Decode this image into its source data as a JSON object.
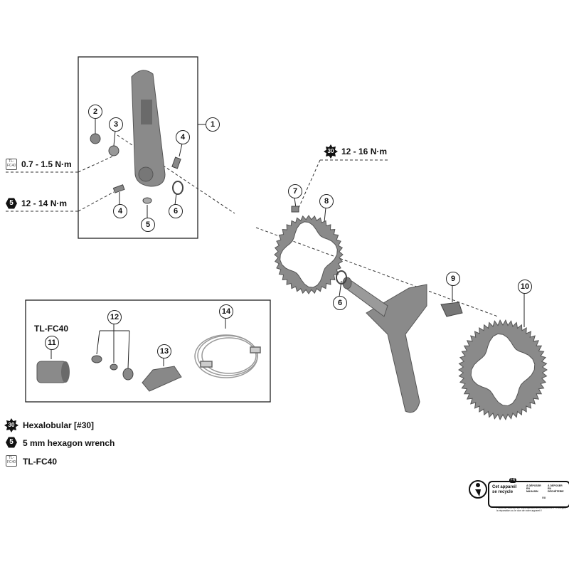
{
  "callouts": {
    "c1": "1",
    "c2": "2",
    "c3": "3",
    "c4a": "4",
    "c4b": "4",
    "c5": "5",
    "c6a": "6",
    "c7": "7",
    "c8": "8",
    "c6b": "6",
    "c9": "9",
    "c10": "10",
    "c11": "11",
    "c12": "12",
    "c13": "13",
    "c14": "14"
  },
  "torque": {
    "tl_value": "0.7 - 1.5 N·m",
    "hex_value": "12 - 14 N·m",
    "star_value": "12 - 16 N·m"
  },
  "tool_box": {
    "label": "TL-FC40"
  },
  "legend": [
    {
      "icon": "hexalobular-star-icon",
      "icon_text": "30",
      "label": "Hexalobular [#30]"
    },
    {
      "icon": "hexagon-icon",
      "icon_text": "5",
      "label": "5 mm hexagon wrench"
    },
    {
      "icon": "tool-icon",
      "icon_text": "TL-FC40",
      "label": "TL-FC40"
    }
  ],
  "recycle_logo": {
    "badge": "FR",
    "main": "Cet appareil se recycle",
    "drop_store": "À DÉPOSER EN MAGASIN",
    "drop_center": "À DÉPOSER EN DÉCHÈTERIE",
    "or": "OU",
    "fine_print": "Points de collecte sur www.quefairedemesdechets.fr Privilégiez la réparation ou le don de votre appareil !"
  },
  "colors": {
    "part": "#8a8a8a",
    "part_dark": "#5e5e5e",
    "line": "#222222"
  }
}
